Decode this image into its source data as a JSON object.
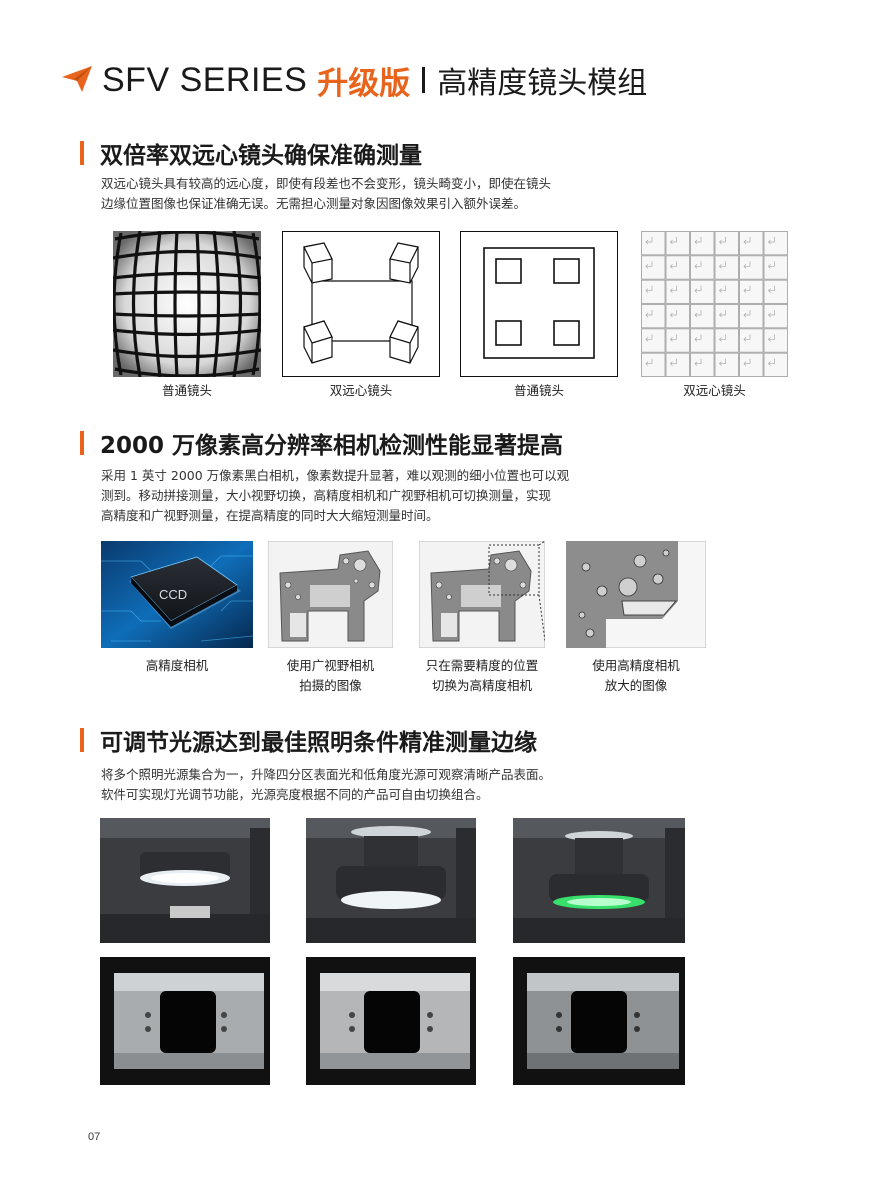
{
  "header": {
    "series": "SFV SERIES",
    "upgrade": "升级版",
    "subtitle": "高精度镜头模组",
    "accent_color": "#e8641c",
    "icon": "paper-plane-icon"
  },
  "section1": {
    "title": "双倍率双远心镜头确保准确测量",
    "lines": [
      "双远心镜头具有较高的远心度，即使有段差也不会变形，镜头畸变小，即使在镜头",
      "边缘位置图像也保证准确无误。无需担心测量对象因图像效果引入额外误差。"
    ],
    "captions": [
      "普通镜头",
      "双远心镜头",
      "普通镜头",
      "双远心镜头"
    ]
  },
  "section2": {
    "title": "2000 万像素高分辨率相机检测性能显著提高",
    "lines": [
      "采用 1 英寸 2000 万像素黑白相机，像素数提升显著，难以观测的细小位置也可以观",
      "测到。移动拼接测量，大小视野切换，高精度相机和广视野相机可切换测量，实现",
      "高精度和广视野测量，在提高精度的同时大大缩短测量时间。"
    ],
    "chip_label": "CCD",
    "captions": [
      [
        "高精度相机"
      ],
      [
        "使用广视野相机",
        "拍摄的图像"
      ],
      [
        "只在需要精度的位置",
        "切换为高精度相机"
      ],
      [
        "使用高精度相机",
        "放大的图像"
      ]
    ]
  },
  "section3": {
    "title": "可调节光源达到最佳照明条件精准测量边缘",
    "lines": [
      "将多个照明光源集合为一，升降四分区表面光和低角度光源可观察清晰产品表面。",
      "软件可实现灯光调节功能，光源亮度根据不同的产品可自由切换组合。"
    ]
  },
  "page_number": "07"
}
